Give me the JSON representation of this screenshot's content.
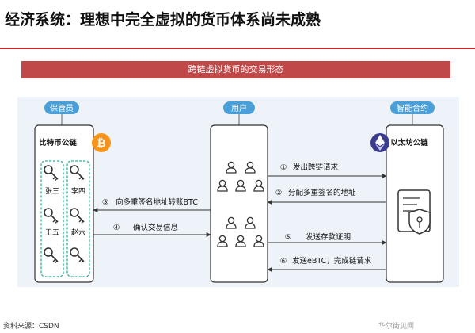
{
  "page": {
    "title": "经济系统：理想中完全虚拟的货币体系尚未成熟",
    "banner": "跨链虚拟货币的交易形态",
    "source": "资料来源：CSDN",
    "watermark": "华尔街见闻"
  },
  "diagram": {
    "roles": {
      "custodian": "保管员",
      "user": "用户",
      "smart_contract": "智能合约"
    },
    "chains": {
      "bitcoin": "比特币公链",
      "ethereum": "以太坊公链"
    },
    "keyholders": [
      "张三",
      "李四",
      "王五",
      "赵六",
      "……",
      "……"
    ],
    "steps": [
      {
        "num": "①",
        "text": "发出跨链请求"
      },
      {
        "num": "②",
        "text": "分配多重签名的地址"
      },
      {
        "num": "③",
        "text": "向多重签名地址转账BTC"
      },
      {
        "num": "④",
        "text": "确认交易信息"
      },
      {
        "num": "⑤",
        "text": "发送存款证明"
      },
      {
        "num": "⑥",
        "text": "发送eBTC，完成链请求"
      }
    ],
    "colors": {
      "banner": "#c04848",
      "role_pill": "#4a9fd8",
      "keyholder_border": "#2fb59a",
      "bitcoin": "#f7931a",
      "ethereum": "#3c3c8c"
    }
  }
}
